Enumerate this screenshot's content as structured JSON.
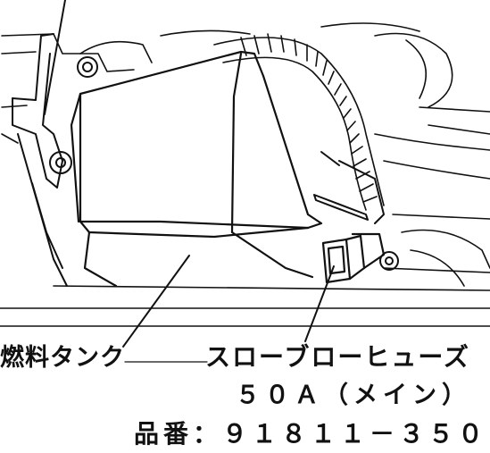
{
  "callouts": {
    "fuel_tank": "燃料タンク",
    "fuse_name": "スローブローヒューズ",
    "fuse_rating": "５０Ａ（メイン）",
    "part_number": "品番：９１８１１－３５０"
  },
  "colors": {
    "ink": "#111111",
    "paper": "#ffffff"
  }
}
